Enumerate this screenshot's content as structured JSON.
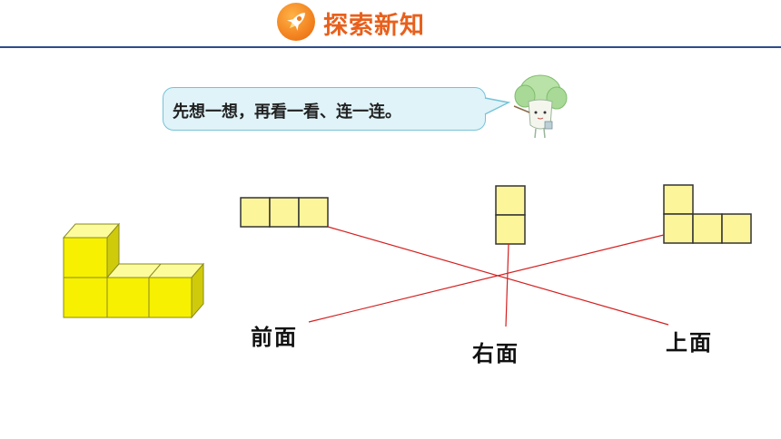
{
  "header": {
    "title": "探索新知",
    "icon": "rocket-icon",
    "accent_color": "#e8601c",
    "line_color": "#2e4d8a"
  },
  "prompt": {
    "text": "先想一想，再看一看、连一连。"
  },
  "mascot": {
    "icon": "cabbage-mascot-icon"
  },
  "labels": {
    "front": "前面",
    "right": "右面",
    "top": "上面"
  },
  "colors": {
    "cube_face": "#f7f000",
    "square_fill": "#fdf59a",
    "connector": "#d42020"
  }
}
